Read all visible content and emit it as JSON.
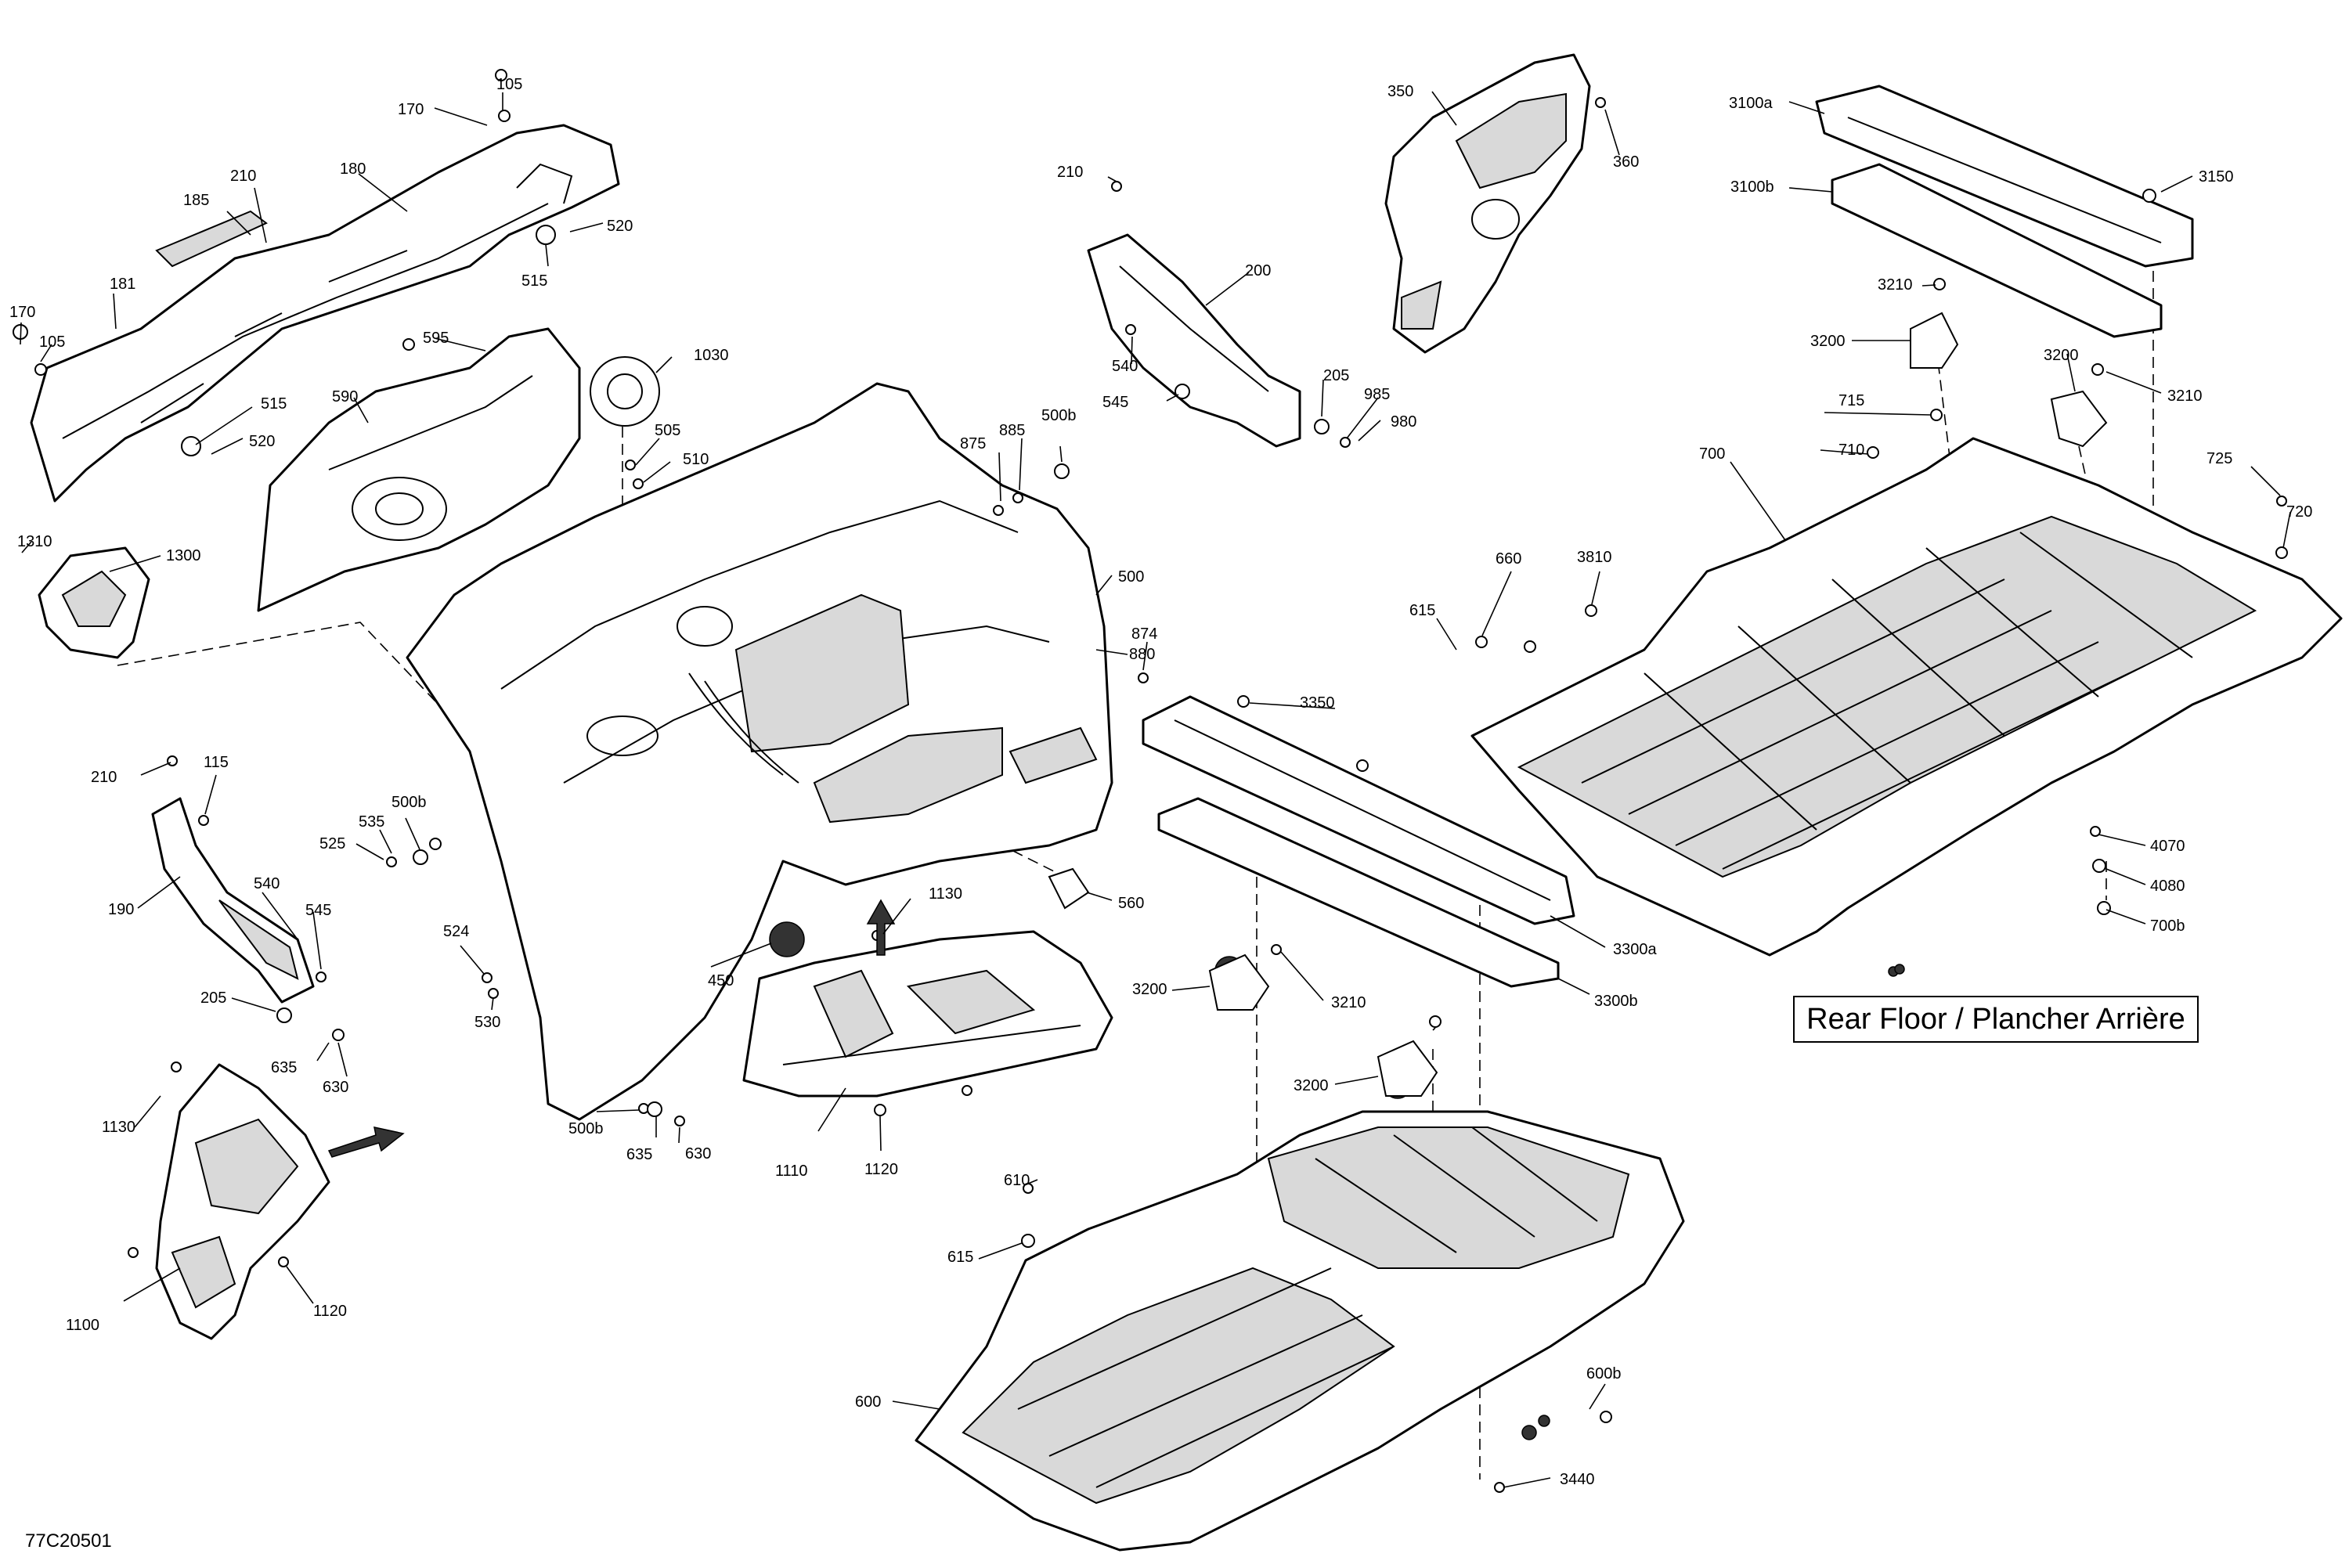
{
  "title_box": "Rear Floor / Plancher Arrière",
  "drawing_id": "77C20501",
  "callouts": [
    "105",
    "170",
    "185",
    "210",
    "180",
    "520",
    "515",
    "181",
    "170",
    "105",
    "515",
    "520",
    "595",
    "590",
    "1030",
    "505",
    "510",
    "875",
    "885",
    "500b",
    "1310",
    "1300",
    "500",
    "874",
    "880",
    "210",
    "115",
    "535",
    "500b",
    "525",
    "190",
    "540",
    "545",
    "205",
    "635",
    "630",
    "524",
    "530",
    "1130",
    "450",
    "560",
    "500b",
    "635",
    "630",
    "1110",
    "1120",
    "1130",
    "1100",
    "1120",
    "210",
    "200",
    "540",
    "545",
    "205",
    "985",
    "980",
    "350",
    "360",
    "3100a",
    "3100b",
    "3150",
    "3210",
    "3200",
    "3200",
    "3210",
    "715",
    "710",
    "700",
    "725",
    "720",
    "660",
    "3810",
    "615",
    "3350",
    "4070",
    "4080",
    "700b",
    "3300a",
    "3200",
    "3210",
    "3300b",
    "3200",
    "610",
    "615",
    "600b",
    "600",
    "3440"
  ]
}
